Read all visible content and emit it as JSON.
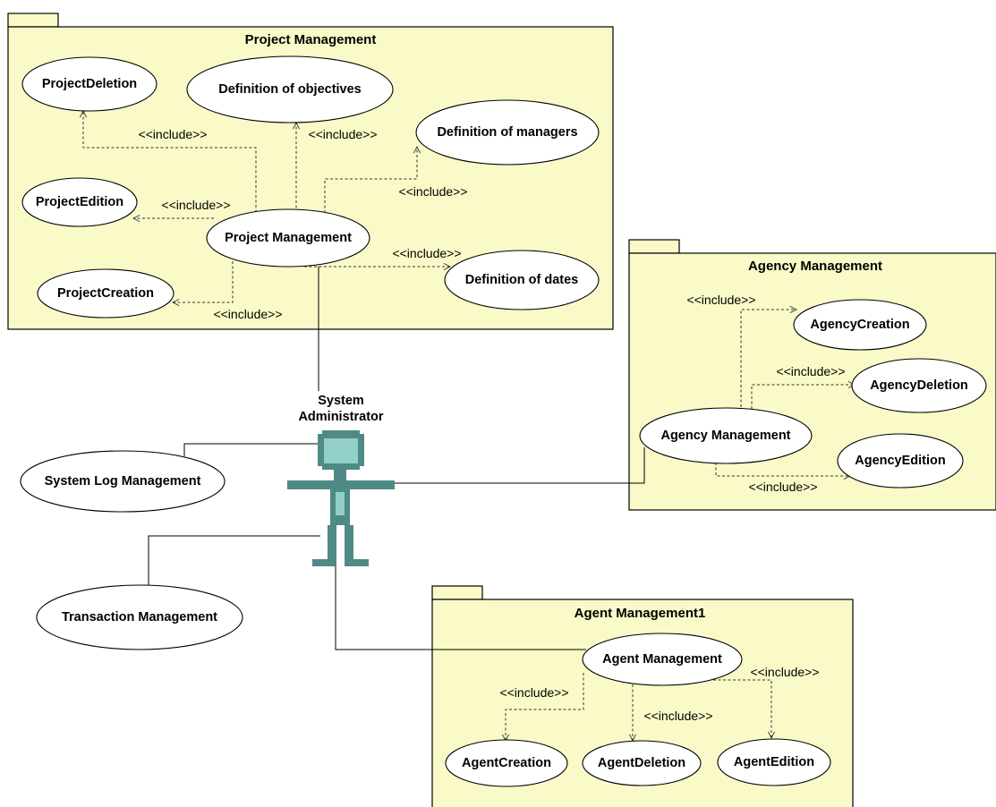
{
  "packages": {
    "project": {
      "title": "Project Management"
    },
    "agency": {
      "title": "Agency Management"
    },
    "agent": {
      "title": "Agent Management1"
    }
  },
  "use_cases": {
    "project_deletion": "ProjectDeletion",
    "definition_objectives": "Definition of objectives",
    "definition_managers": "Definition of managers",
    "project_edition": "ProjectEdition",
    "project_management": "Project Management",
    "project_creation": "ProjectCreation",
    "definition_dates": "Definition of dates",
    "agency_creation": "AgencyCreation",
    "agency_deletion": "AgencyDeletion",
    "agency_management": "Agency Management",
    "agency_edition": "AgencyEdition",
    "system_log_management": "System Log Management",
    "transaction_management": "Transaction Management",
    "agent_management": "Agent Management",
    "agent_creation": "AgentCreation",
    "agent_deletion": "AgentDeletion",
    "agent_edition": "AgentEdition"
  },
  "relations": {
    "include": "<<include>>"
  },
  "actor": {
    "line1": "System",
    "line2": "Administrator",
    "color": "#4f8a86",
    "highlight_color": "#93cfc9"
  },
  "colors": {
    "package_fill": "#fafac8"
  }
}
